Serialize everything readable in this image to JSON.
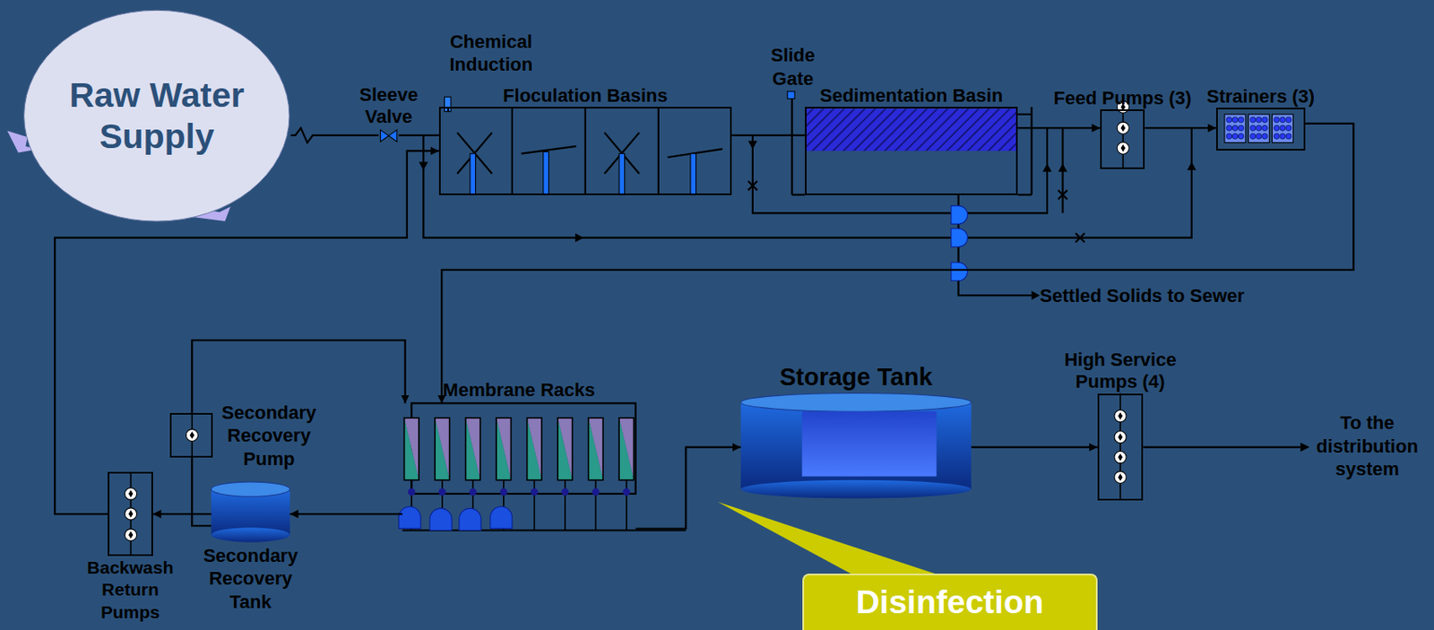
{
  "diagram": {
    "nodes": [
      {
        "text": [
          "Raw Water Supply"
        ]
      },
      {
        "text": [
          "Sleeve Valve"
        ]
      },
      {
        "text": [
          "Floculation Basins"
        ]
      },
      {
        "text": [
          "Sedimentation Basin"
        ]
      },
      {
        "text": [
          "Feed Pumps (3)"
        ]
      },
      {
        "text": [
          "Strainers (3)"
        ]
      },
      {
        "text": [
          "Membrane Racks"
        ]
      },
      {
        "text": [
          "Storage Tank"
        ]
      },
      {
        "text": [
          "High Service Pumps (4)"
        ]
      },
      {
        "text": [
          "Secondary Recovery Tank"
        ]
      },
      {
        "text": [
          "Secondary Recovery Pump"
        ]
      },
      {
        "text": [
          "Backwash Return Pumps"
        ]
      },
      {
        "text": [
          "Disinfection"
        ]
      }
    ],
    "edges": [
      {
        "from": 0,
        "to": 1,
        "arrow": "none"
      },
      {
        "from": 1,
        "to": 2,
        "arrow": "none"
      },
      {
        "from": 2,
        "to": 3,
        "arrow": "none"
      },
      {
        "from": 3,
        "to": 4,
        "arrow": "to"
      },
      {
        "from": 4,
        "to": 5,
        "arrow": "to"
      },
      {
        "from": 5,
        "to": 6,
        "arrow": "to"
      },
      {
        "from": 6,
        "to": 7,
        "arrow": "to"
      },
      {
        "from": 7,
        "to": 8,
        "arrow": "to"
      },
      {
        "from": 6,
        "to": 9,
        "arrow": "to"
      },
      {
        "from": 9,
        "to": 11,
        "arrow": "to"
      },
      {
        "from": 9,
        "to": 10,
        "arrow": "none"
      },
      {
        "from": 10,
        "to": 6,
        "arrow": "to"
      },
      {
        "from": 11,
        "to": 2,
        "arrow": "to"
      }
    ],
    "labels": [
      "Chemical Induction",
      "Slide Gate",
      "Settled Solids to Sewer",
      "To the distribution system"
    ]
  }
}
